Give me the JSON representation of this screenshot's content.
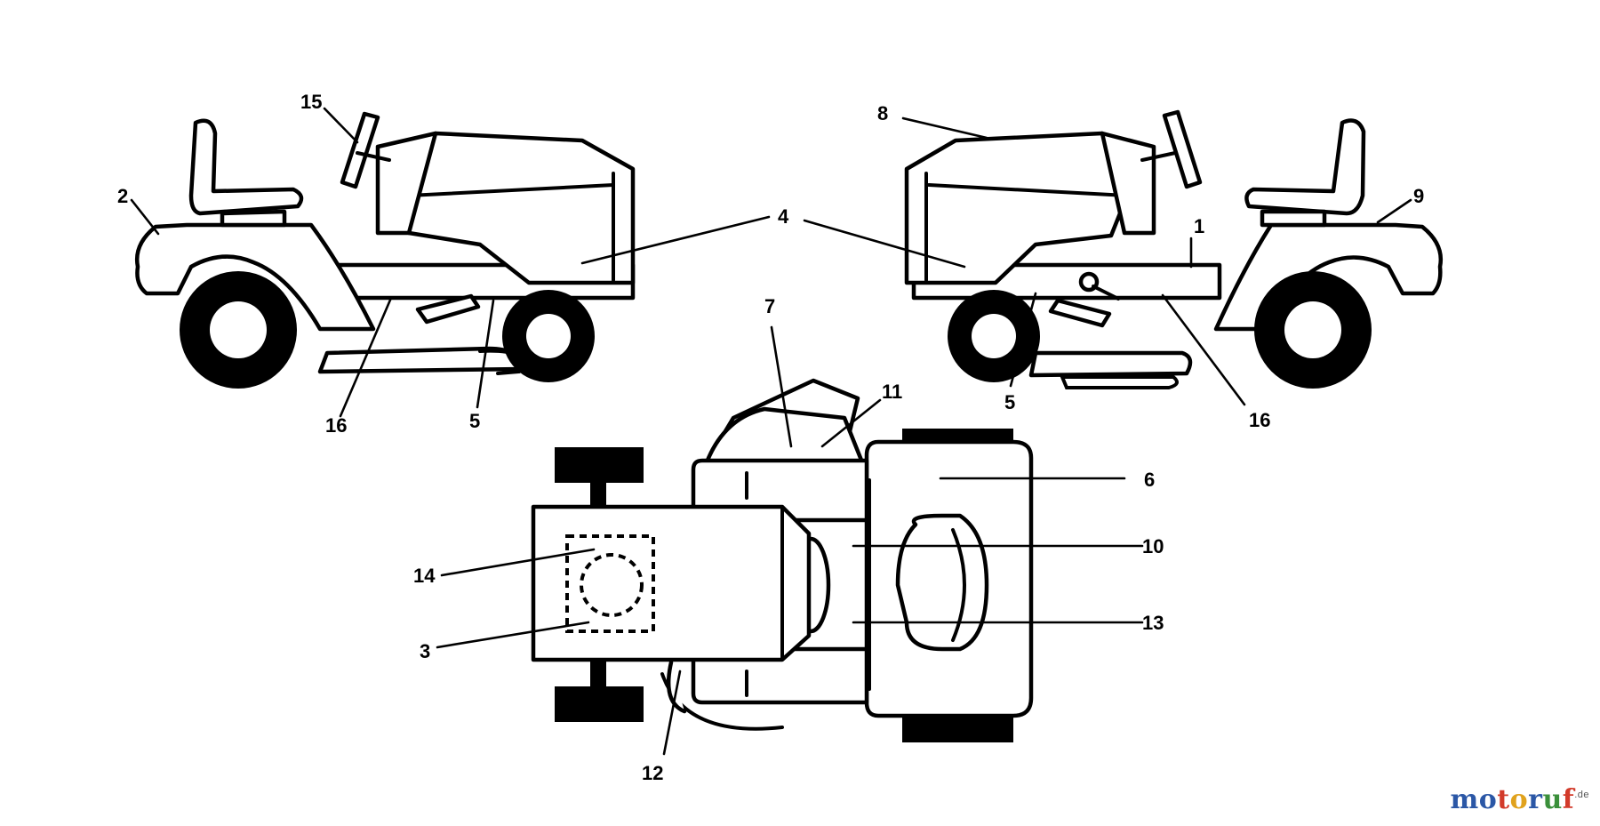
{
  "callouts": {
    "c1": "1",
    "c2": "2",
    "c3": "3",
    "c4": "4",
    "c5a": "5",
    "c5b": "5",
    "c6": "6",
    "c7": "7",
    "c8": "8",
    "c9": "9",
    "c10": "10",
    "c11": "11",
    "c12": "12",
    "c13": "13",
    "c14": "14",
    "c15": "15",
    "c16a": "16",
    "c16b": "16"
  },
  "watermark": {
    "letters": [
      "m",
      "o",
      "t",
      "o",
      "r",
      "u",
      "f"
    ],
    "suffix": ".de",
    "colors": [
      "#2b57a6",
      "#2b57a6",
      "#d23a2a",
      "#e0a21d",
      "#2b57a6",
      "#3a8f3a",
      "#d23a2a"
    ]
  }
}
